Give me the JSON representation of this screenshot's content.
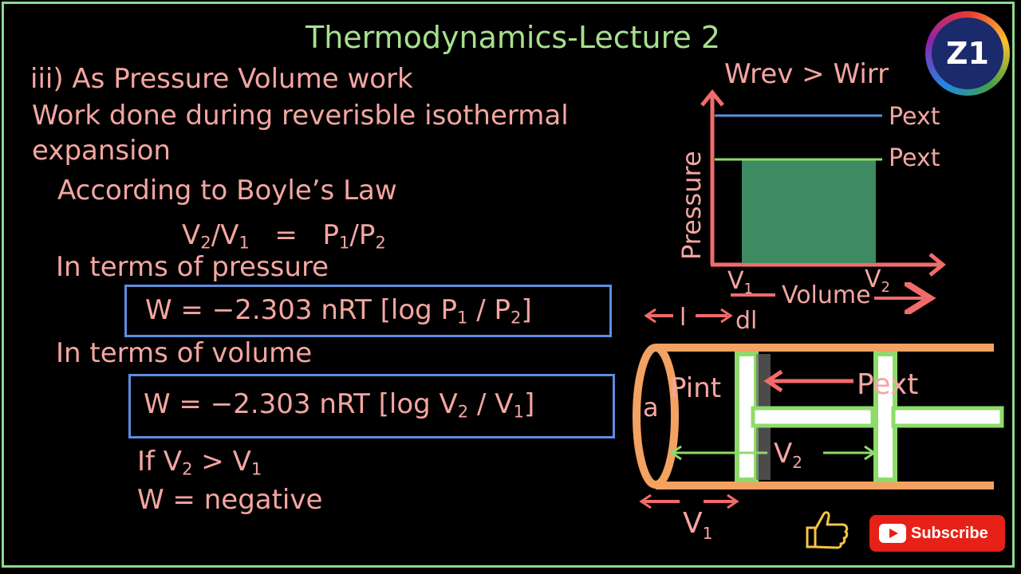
{
  "title": "Thermodynamics-Lecture 2",
  "heading": "iii) As Pressure Volume work",
  "subheading_line1": "Work done during reverisble isothermal",
  "subheading_line2": "expansion",
  "boyle_label": "According to Boyle’s Law",
  "boyle_eq": {
    "lhs_a": "V",
    "lhs_a_sub": "2",
    "lhs_slash": "/V",
    "lhs_b_sub": "1",
    "eq": "=",
    "rhs_a": "P",
    "rhs_a_sub": "1",
    "rhs_slash": "/P",
    "rhs_b_sub": "2"
  },
  "pressure_label": "In terms of pressure",
  "pressure_eq": {
    "pre": "W  =  −2.303 nRT [log P",
    "sub1": "1",
    "mid": " / P",
    "sub2": "2",
    "post": "]"
  },
  "volume_label": "In terms of volume",
  "volume_eq": {
    "pre": "W  =  −2.303 nRT [log V",
    "sub1": "2",
    "mid": " / V",
    "sub2": "1",
    "post": "]"
  },
  "condition": {
    "pre": "If V",
    "sub1": "2",
    "mid": " > V",
    "sub2": "1"
  },
  "result": "W   =   negative",
  "graph": {
    "comparison": "Wrev  >  Wirr",
    "y_label": "Pressure",
    "x_label": "Volume",
    "pext_top": "Pext",
    "pext_bottom": "Pext",
    "v1": "V",
    "v1_sub": "1",
    "v2": "V",
    "v2_sub": "2"
  },
  "piston": {
    "l_label": "l",
    "dl_label": "dl",
    "a_label": "a",
    "pint_label": "Pint",
    "pext_label": "Pext",
    "v2_label": "V",
    "v2_sub": "2",
    "v1_label": "V",
    "v1_sub": "1"
  },
  "logo_text": "Z1",
  "subscribe_label": "Subscribe",
  "colors": {
    "background": "#000000",
    "text_pink": "#f4a6a1",
    "title_green": "#a7e08e",
    "box_blue": "#5d8ee0",
    "cylinder_orange": "#f4a261",
    "piston_green": "#8edb6a",
    "fill_green": "#3e8a63",
    "arrow_red": "#f26b6b",
    "subscribe_red": "#e62117"
  }
}
